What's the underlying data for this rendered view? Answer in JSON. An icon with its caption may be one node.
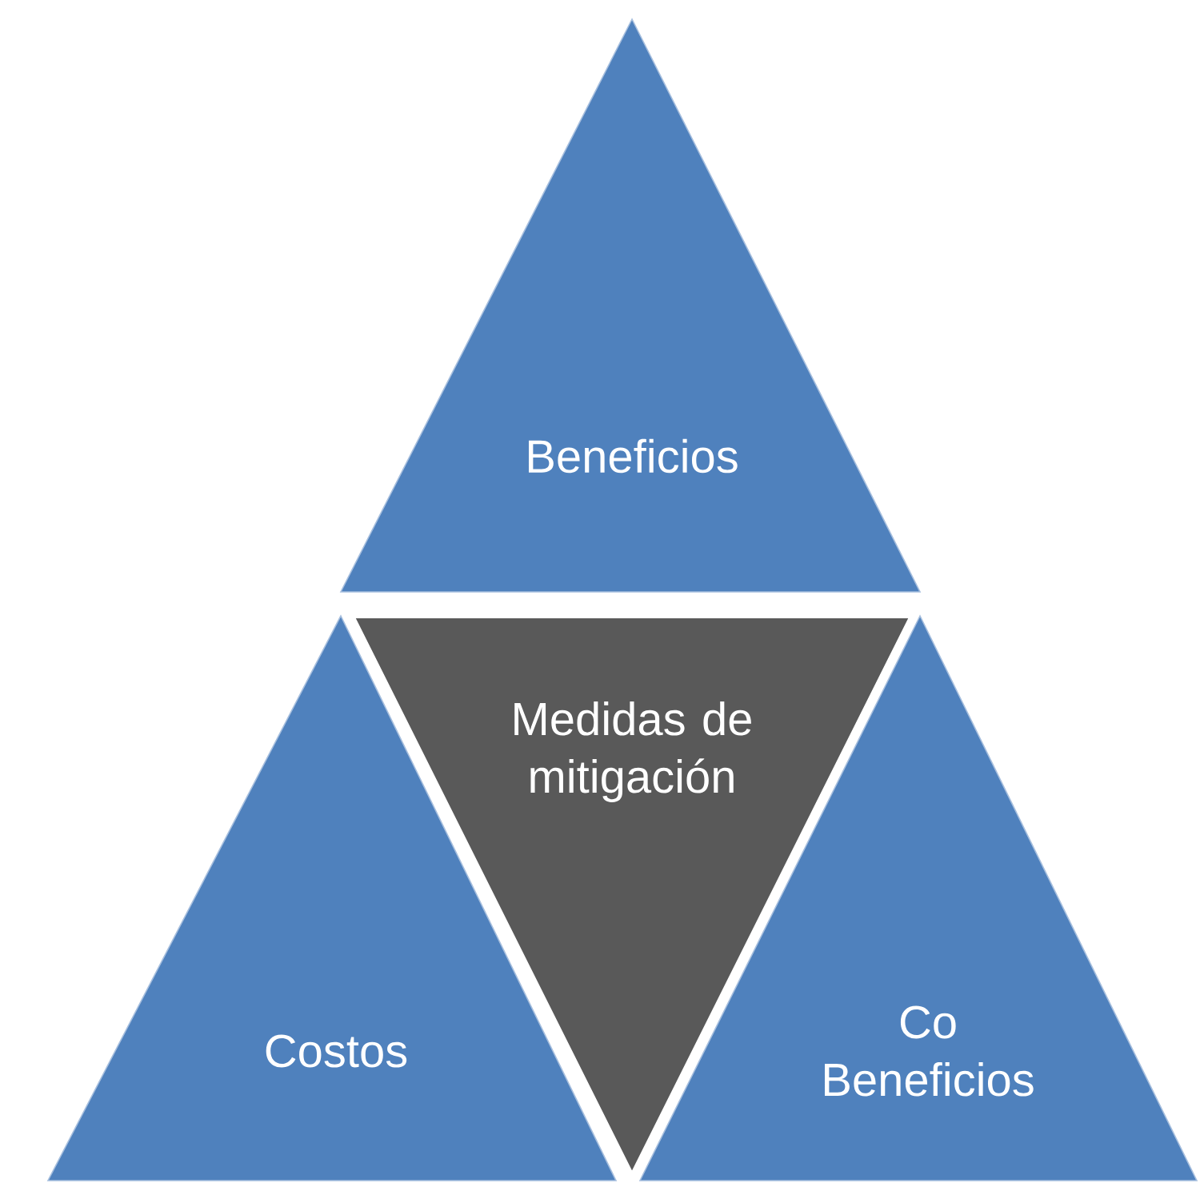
{
  "diagram": {
    "nodes": [
      {
        "text": [
          "Beneficios"
        ]
      },
      {
        "text": [
          "Medidas de mitigación"
        ]
      },
      {
        "text": [
          "Costos"
        ]
      },
      {
        "text": [
          "Co Beneficios"
        ]
      }
    ]
  }
}
